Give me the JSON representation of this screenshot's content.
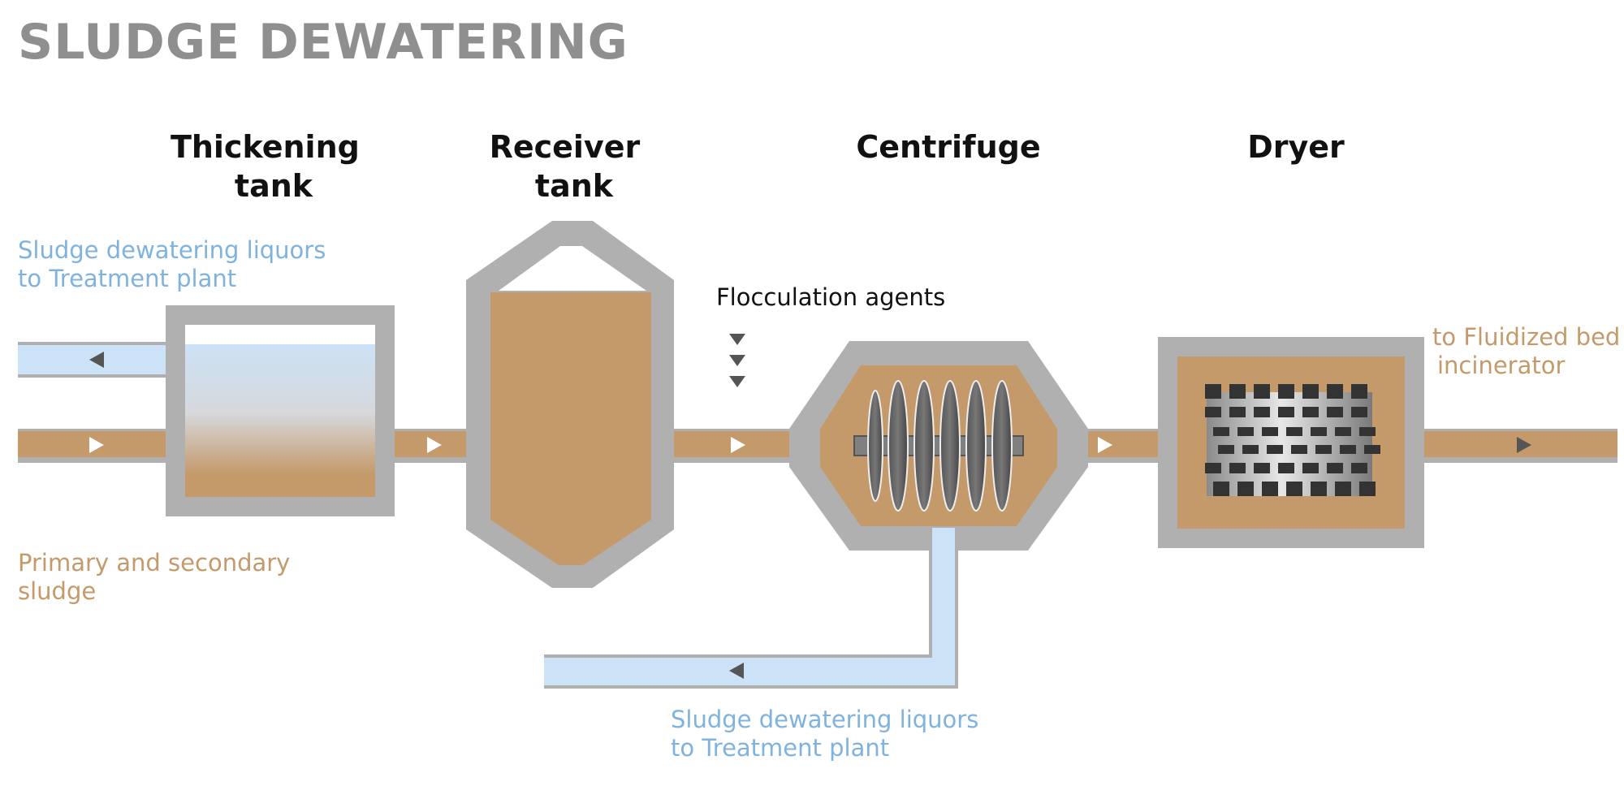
{
  "title": "SLUDGE DEWATERING",
  "stages": {
    "thickening_tank": [
      "Thickening",
      "tank"
    ],
    "receiver_tank": [
      "Receiver",
      "tank"
    ],
    "centrifuge": "Centrifuge",
    "dryer": "Dryer"
  },
  "labels": {
    "liquors_top": [
      "Sludge dewatering liquors",
      "to Treatment plant"
    ],
    "liquors_bottom": [
      "Sludge dewatering liquors",
      "to Treatment plant"
    ],
    "sludge_input": [
      "Primary and secondary",
      "sludge"
    ],
    "flocculation": "Flocculation agents",
    "output": [
      "to Fluidized bed",
      "incinerator"
    ]
  },
  "colors": {
    "title": "#8f8f8f",
    "frame": "#b0b0b0",
    "sludge": "#c49a6b",
    "liquor": "#cce2f6",
    "liquor_text": "#7fb3dd",
    "sludge_text": "#c49a6b",
    "marker": "#555555",
    "heading": "#111111"
  }
}
